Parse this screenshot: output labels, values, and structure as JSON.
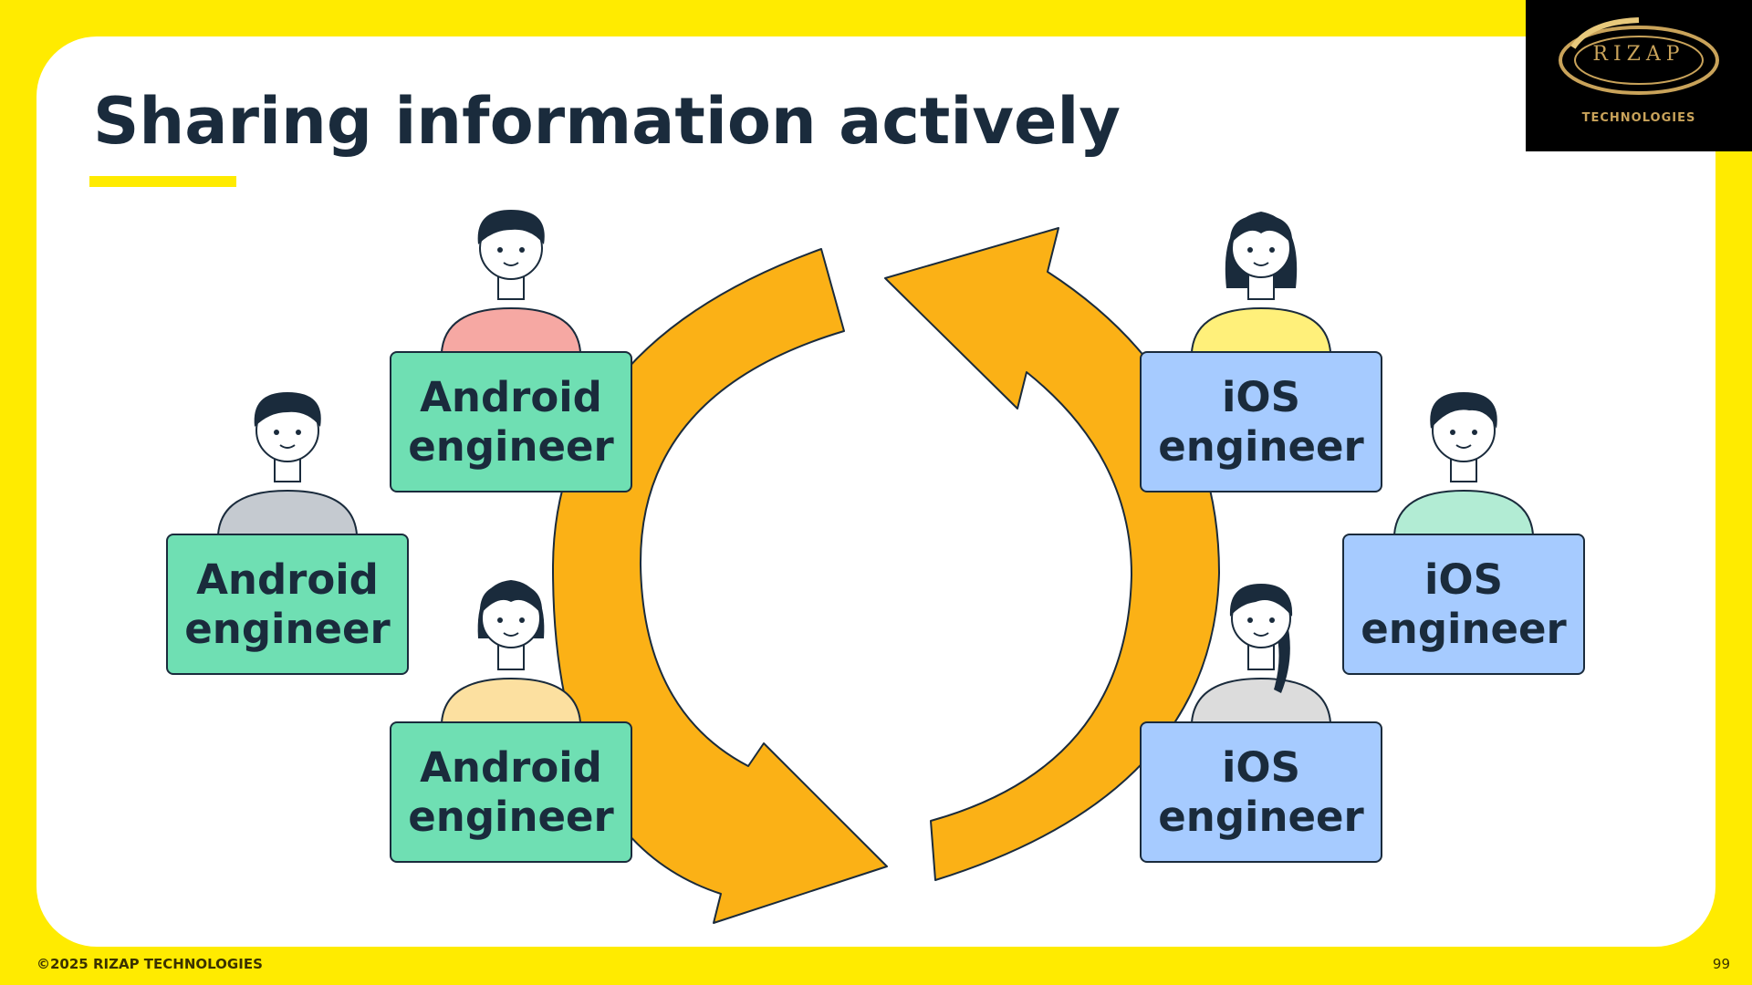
{
  "slide": {
    "title": "Sharing information actively",
    "footer": "©2025 RIZAP TECHNOLOGIES",
    "page_number": "99"
  },
  "logo": {
    "text": "RIZAP",
    "subtitle": "TECHNOLOGIES"
  },
  "colors": {
    "background": "#ffeb00",
    "arrow": "#fbb116",
    "android_box": "#6fdfb3",
    "ios_box": "#a6cbff",
    "text": "#1a2b3c"
  },
  "engineers": {
    "android": [
      {
        "line1": "Android",
        "line2": "engineer",
        "shirt": "#f6a8a3"
      },
      {
        "line1": "Android",
        "line2": "engineer",
        "shirt": "#c5cad0"
      },
      {
        "line1": "Android",
        "line2": "engineer",
        "shirt": "#fce0a0"
      }
    ],
    "ios": [
      {
        "line1": "iOS",
        "line2": "engineer",
        "shirt": "#fff07a"
      },
      {
        "line1": "iOS",
        "line2": "engineer",
        "shirt": "#b2ecd4"
      },
      {
        "line1": "iOS",
        "line2": "engineer",
        "shirt": "#dcdcdc"
      }
    ]
  }
}
